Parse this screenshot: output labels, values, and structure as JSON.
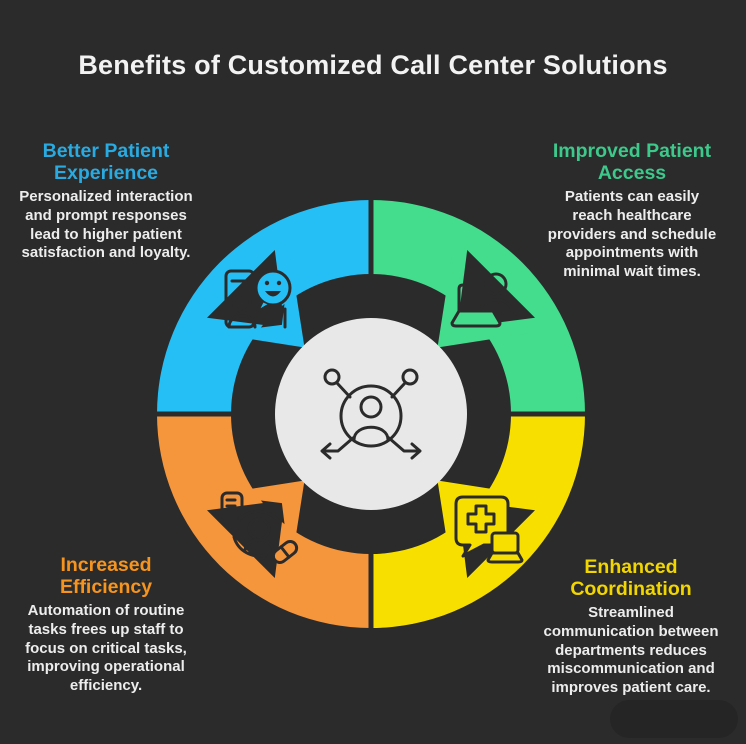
{
  "title": "Benefits of Customized Call Center Solutions",
  "colors": {
    "background": "#2B2B2B",
    "quadrant_blue": "#25BFF5",
    "quadrant_green": "#44DC8D",
    "quadrant_orange": "#F5953C",
    "quadrant_yellow": "#F7E000",
    "center_circle": "#E8E8E8",
    "icon_stroke": "#2B2B2B",
    "heading_blue": "#29ABE2",
    "heading_green": "#3CC98B",
    "heading_orange": "#F7941E",
    "heading_yellow": "#F2D600",
    "body_text": "#EDEDED",
    "title_text": "#F2F2F2"
  },
  "sections": {
    "top_left": {
      "heading": "Better Patient\nExperience",
      "body": "Personalized interaction\nand prompt responses\nlead to higher patient\nsatisfaction and loyalty.",
      "icon": "patient-experience-icon"
    },
    "top_right": {
      "heading": "Improved Patient\nAccess",
      "body": "Patients can easily\nreach healthcare\nproviders and schedule\nappointments with\nminimal wait times.",
      "icon": "patient-access-icon"
    },
    "bottom_left": {
      "heading": "Increased\nEfficiency",
      "body": "Automation of routine\ntasks frees up staff to\nfocus on critical tasks,\nimproving operational\nefficiency.",
      "icon": "automation-efficiency-icon"
    },
    "bottom_right": {
      "heading": "Enhanced\nCoordination",
      "body": "Streamlined\ncommunication between\ndepartments reduces\nmiscommunication and\nimproves patient care.",
      "icon": "coordination-chat-icon"
    }
  },
  "center_icon": "connected-patient-network-icon"
}
